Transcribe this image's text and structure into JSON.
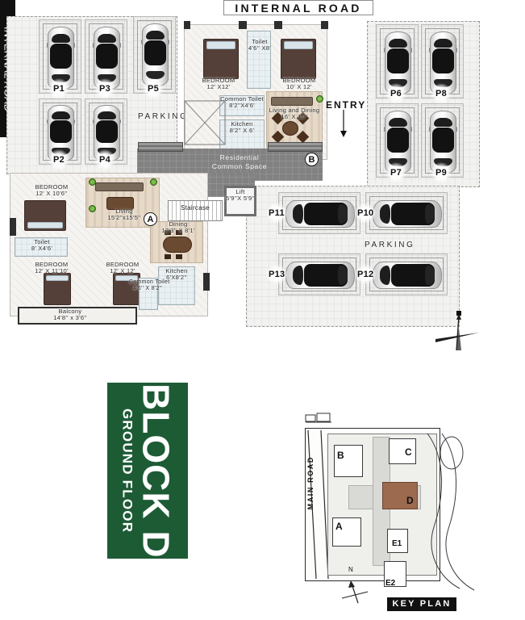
{
  "sheet": {
    "block_title": "BLOCK D",
    "block_subtitle": "GROUND FLOOR",
    "brand_color": "#1d5b35"
  },
  "roads": {
    "top_label": "INTERNAL ROAD",
    "right_label": "INTERNAL ROAD",
    "keyplan_main_road": "MAIN ROAD"
  },
  "site": {
    "entry_label": "ENTRY",
    "common_space_line1": "Residential",
    "common_space_line2": "Common Space",
    "parking_word_left": "PARKING",
    "parking_word_right": "PARKING",
    "north_letter": "N"
  },
  "markers": {
    "unit_a": "A",
    "unit_b": "B"
  },
  "parking": {
    "left_top": [
      "P1",
      "P3",
      "P5"
    ],
    "left_bottom": [
      "P2",
      "P4"
    ],
    "right_top": [
      "P6",
      "P8"
    ],
    "right_bottom": [
      "P7",
      "P9"
    ],
    "center_top": [
      "P11",
      "P10"
    ],
    "center_bottom": [
      "P13",
      "P12"
    ]
  },
  "unit_b_rooms": [
    {
      "name": "BEDROOM",
      "dim": "12' X12'"
    },
    {
      "name": "Toilet",
      "dim": "4'6'' X8'"
    },
    {
      "name": "BEDROOM",
      "dim": "10' X 12'"
    },
    {
      "name": "Common Toilet",
      "dim": "8'2''X4'6'"
    },
    {
      "name": "Kitchen",
      "dim": "8'2'' X 6'"
    },
    {
      "name": "Living and Dining",
      "dim": "16' X 10''"
    }
  ],
  "unit_a_rooms": [
    {
      "name": "BEDROOM",
      "dim": "12' X 10'6''"
    },
    {
      "name": "Toilet",
      "dim": "8' X4'6'"
    },
    {
      "name": "Living",
      "dim": "15'2''x15'5''"
    },
    {
      "name": "Dining",
      "dim": "12'3'' X 8'1'"
    },
    {
      "name": "BEDROOM",
      "dim": "12' X 11'10'"
    },
    {
      "name": "BEDROOM",
      "dim": "12' X 12'"
    },
    {
      "name": "Kitchen",
      "dim": "6'X8'2''"
    },
    {
      "name": "Common Toilet",
      "dim": "4'6'' X 8'2''"
    },
    {
      "name": "Balcony",
      "dim": "14'8'' x 3'6''"
    }
  ],
  "core": {
    "staircase": "Staircase",
    "lift_name": "Lift",
    "lift_dim": "5'9''X 5'9''"
  },
  "keyplan": {
    "title": "KEY PLAN",
    "blocks": [
      "B",
      "C",
      "A",
      "D",
      "E1",
      "E2"
    ],
    "highlighted_block": "D",
    "north_letter": "N"
  }
}
